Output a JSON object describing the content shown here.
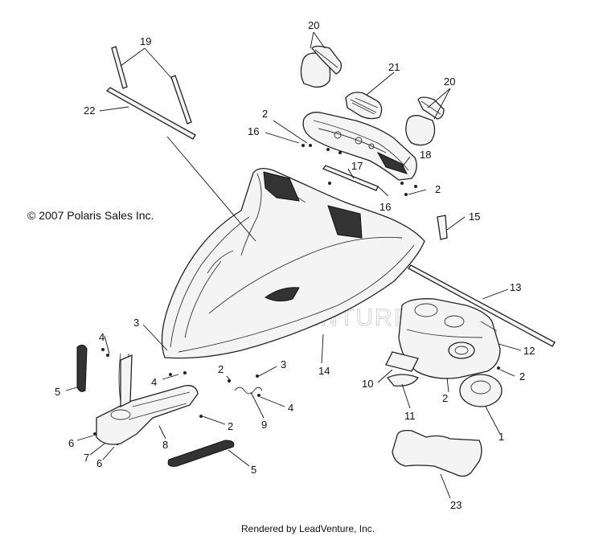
{
  "copyright": "© 2007 Polaris Sales Inc.",
  "footer": "Rendered by LeadVenture, Inc.",
  "watermark": "LEADVENTURE",
  "callouts": {
    "c1": "1",
    "c2a": "2",
    "c2b": "2",
    "c2c": "2",
    "c2d": "2",
    "c2e": "2",
    "c2f": "2",
    "c3a": "3",
    "c3b": "3",
    "c4a": "4",
    "c4b": "4",
    "c4c": "4",
    "c5a": "5",
    "c5b": "5",
    "c6a": "6",
    "c6b": "6",
    "c7": "7",
    "c8": "8",
    "c9": "9",
    "c10": "10",
    "c11": "11",
    "c12": "12",
    "c13": "13",
    "c14": "14",
    "c15": "15",
    "c16a": "16",
    "c16b": "16",
    "c17": "17",
    "c18": "18",
    "c19": "19",
    "c20a": "20",
    "c20b": "20",
    "c21": "21",
    "c22": "22",
    "c23": "23"
  }
}
